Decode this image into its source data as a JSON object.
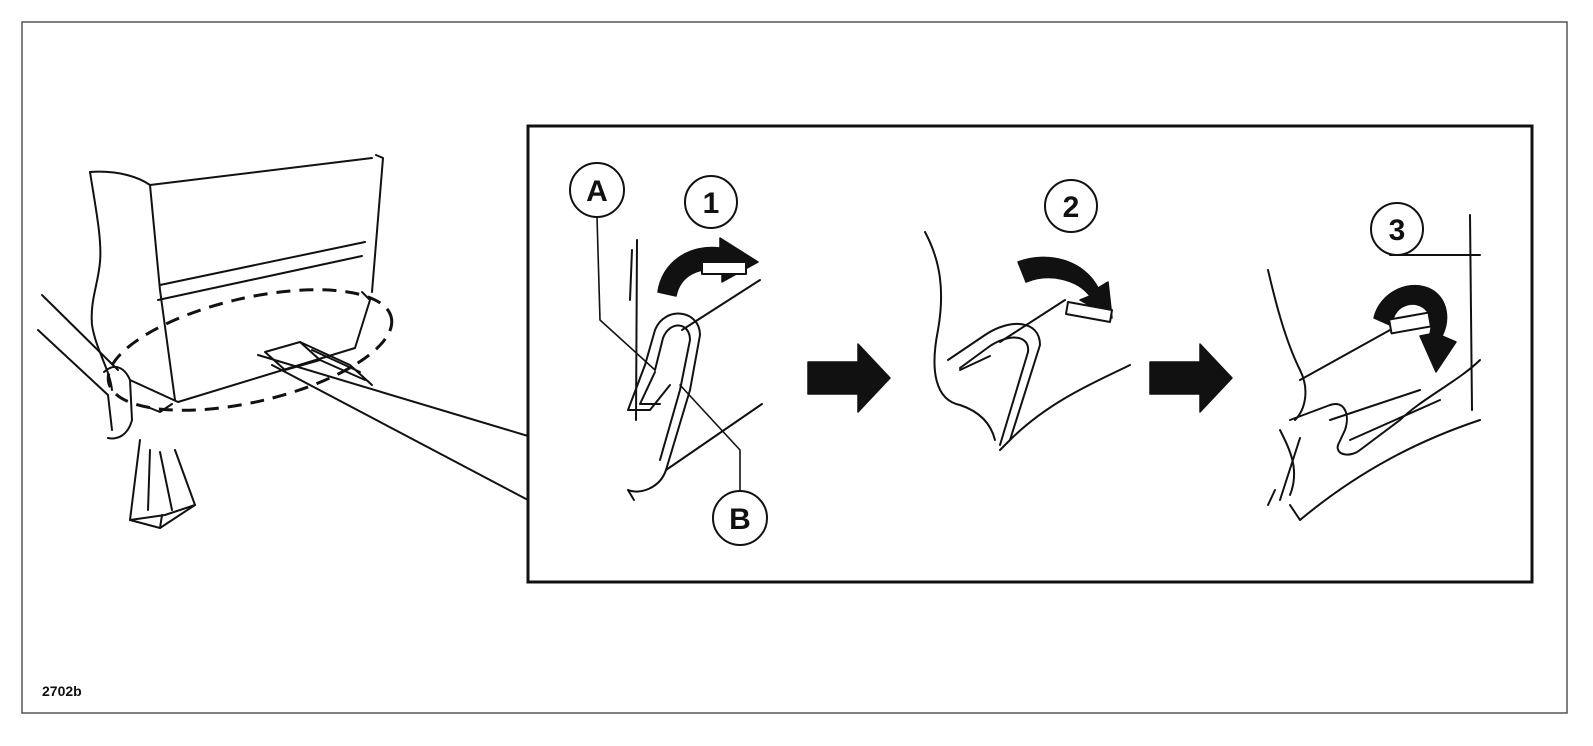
{
  "figure_code": "2702b",
  "callouts": {
    "a": "A",
    "b": "B"
  },
  "steps": [
    {
      "number": "1"
    },
    {
      "number": "2"
    },
    {
      "number": "3"
    }
  ],
  "colors": {
    "line": "#111111",
    "background": "#ffffff"
  }
}
